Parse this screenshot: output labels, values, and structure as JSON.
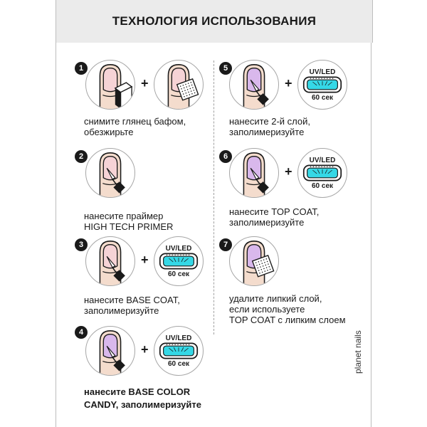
{
  "title": "ТЕХНОЛОГИЯ ИСПОЛЬЗОВАНИЯ",
  "brand": "planet nails",
  "lamp": {
    "label": "UV/LED",
    "time": "60 сек"
  },
  "colors": {
    "skin": "#f4dccd",
    "nail_natural": "#f6d3d6",
    "nail_lilac": "#d9b8ec",
    "lamp_glow": "#35d8e6",
    "outline": "#1a1a1a",
    "circle_border": "#a6a6a6",
    "header_bg": "#ebebeb"
  },
  "steps": [
    {
      "number": "1",
      "lines": [
        "снимите глянец бафом,",
        "обезжирьте"
      ],
      "icons": [
        "nail-with-buffer-icon",
        "nail-with-wipe-icon"
      ]
    },
    {
      "number": "2",
      "lines": [
        "нанесите праймер",
        "HIGH TECH PRIMER"
      ],
      "icons": [
        "nail-with-brush-icon"
      ]
    },
    {
      "number": "3",
      "lines": [
        "нанесите BASE COAT,",
        "заполимеризуйте"
      ],
      "icons": [
        "nail-with-brush-icon",
        "uv-led-lamp-icon"
      ]
    },
    {
      "number": "4",
      "lines": [
        "нанесите BASE COLOR",
        "CANDY, заполимеризуйте"
      ],
      "icons": [
        "lilac-nail-with-brush-icon",
        "uv-led-lamp-icon"
      ]
    },
    {
      "number": "5",
      "lines": [
        "нанесите 2-й слой,",
        "заполимеризуйте"
      ],
      "icons": [
        "lilac-nail-with-brush-icon",
        "uv-led-lamp-icon"
      ]
    },
    {
      "number": "6",
      "lines": [
        "нанесите TOP COAT,",
        "заполимеризуйте"
      ],
      "icons": [
        "lilac-nail-with-brush-icon",
        "uv-led-lamp-icon"
      ]
    },
    {
      "number": "7",
      "lines": [
        "удалите липкий слой,",
        "если используете",
        "TOP COAT с липким слоем"
      ],
      "icons": [
        "lilac-nail-with-wipe-icon"
      ]
    }
  ]
}
